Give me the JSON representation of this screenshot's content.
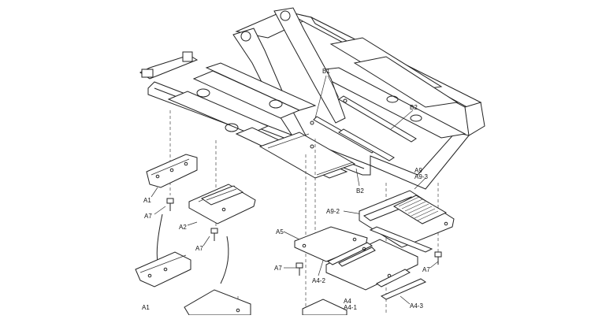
{
  "labels": {
    "b1": "B1",
    "b2_top": "B2",
    "b2_bottom": "B2",
    "a1_top": "A1",
    "a7_left": "A7",
    "a2": "A2",
    "a7_mid": "A7",
    "a1_bottom": "A1",
    "a9": "A9",
    "a9_3": "A9-3",
    "a9_2": "A9-2",
    "a5": "A5",
    "a7_lower": "A7",
    "a4_2": "A4-2",
    "a4": "A4",
    "a4_1": "A4-1",
    "a4_3": "A4-3",
    "a7_right": "A7"
  }
}
